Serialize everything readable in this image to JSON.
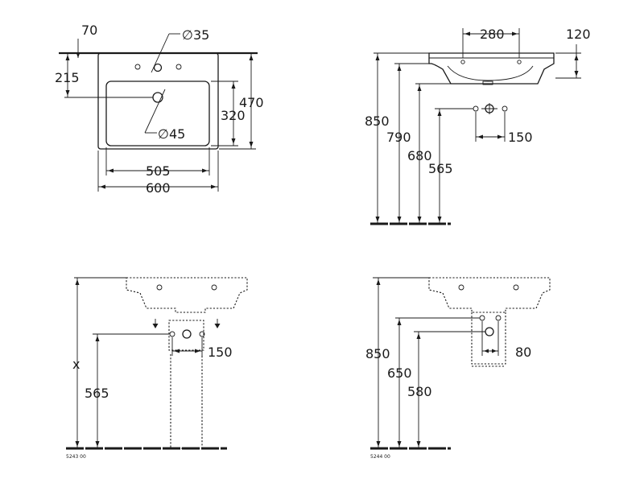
{
  "top_view": {
    "dim_depth_top": "70",
    "dim_hole_diameter": "∅35",
    "dim_hole_offset": "215",
    "dim_depth_total": "470",
    "dim_bowl_depth": "320",
    "dim_drain_diameter": "∅45",
    "dim_bowl_width": "505",
    "dim_total_width": "600"
  },
  "side_view": {
    "dim_tap_spacing": "280",
    "dim_rim_height": "120",
    "dim_height_total": "850",
    "dim_height_underside": "790",
    "dim_height_drain": "680",
    "dim_height_supply": "565",
    "dim_supply_spacing": "150"
  },
  "pedestal_view": {
    "dim_height_x": "x",
    "dim_height_supply": "565",
    "dim_supply_spacing": "150",
    "article_code": "5243 00"
  },
  "semi_pedestal_view": {
    "dim_height_total": "850",
    "dim_height_drain": "650",
    "dim_height_supply": "580",
    "dim_supply_spacing": "80",
    "article_code": "5244 00"
  }
}
